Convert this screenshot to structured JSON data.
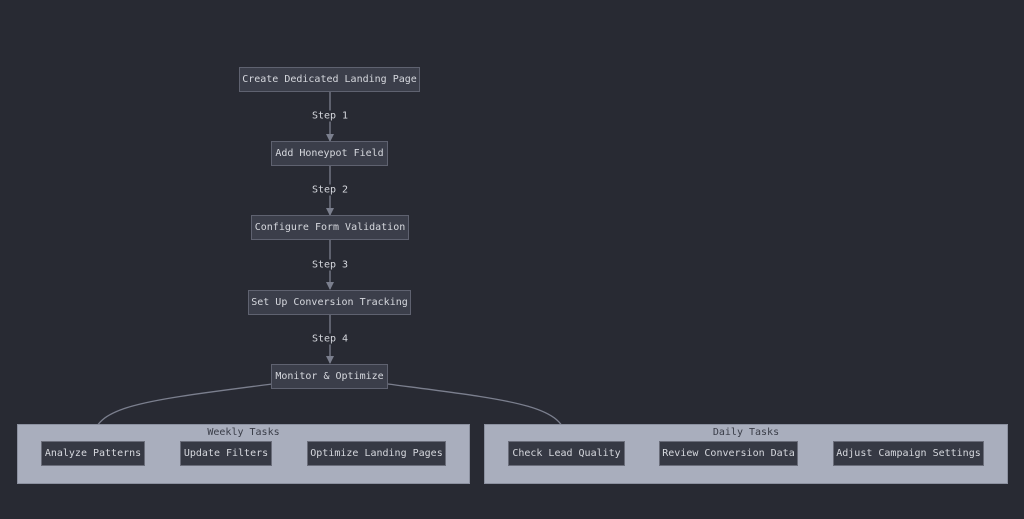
{
  "colors": {
    "background": "#282a33",
    "node_fill": "#3b3e4a",
    "node_border": "#5f6270",
    "group_fill": "#a9aebd",
    "edge": "#7b7f8e",
    "text": "#d6d8de"
  },
  "flow": {
    "steps": [
      {
        "label": "Create Dedicated Landing Page"
      },
      {
        "label": "Add Honeypot Field"
      },
      {
        "label": "Configure Form Validation"
      },
      {
        "label": "Set Up Conversion Tracking"
      },
      {
        "label": "Monitor & Optimize"
      }
    ],
    "edge_labels": [
      "Step 1",
      "Step 2",
      "Step 3",
      "Step 4"
    ]
  },
  "groups": {
    "weekly": {
      "title": "Weekly Tasks",
      "tasks": [
        "Analyze Patterns",
        "Update Filters",
        "Optimize Landing Pages"
      ]
    },
    "daily": {
      "title": "Daily Tasks",
      "tasks": [
        "Check Lead Quality",
        "Review Conversion Data",
        "Adjust Campaign Settings"
      ]
    }
  }
}
